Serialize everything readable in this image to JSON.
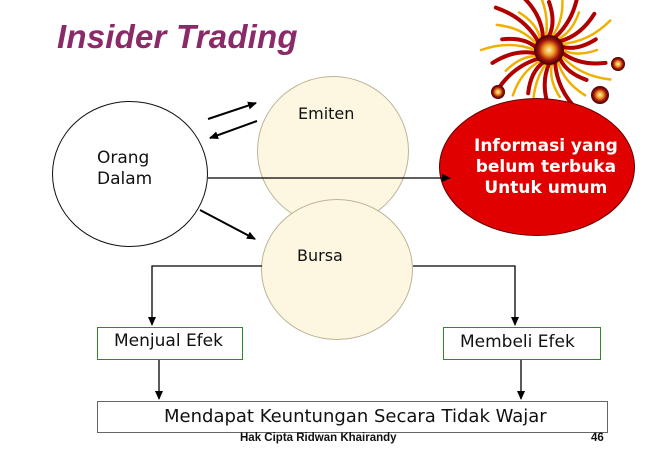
{
  "title": "Insider Trading",
  "nodes": {
    "emiten": "Emiten",
    "orang_dalam": [
      "Orang",
      "Dalam"
    ],
    "informasi": [
      "Informasi yang",
      "belum terbuka",
      "Untuk umum"
    ],
    "bursa": "Bursa"
  },
  "boxes": {
    "menjual": "Menjual Efek",
    "membeli": "Membeli Efek",
    "hasil": "Mendapat Keuntungan Secara Tidak Wajar"
  },
  "footer": {
    "copyright": "Hak Cipta Ridwan Khairandy",
    "page": "46"
  },
  "decoration": {
    "image": "red-firework-ornament-image"
  },
  "colors": {
    "title": "#8a2a68",
    "node_fill": "#fdf7e1",
    "info_fill": "#e00000",
    "box_border": "#2a8a2a"
  }
}
